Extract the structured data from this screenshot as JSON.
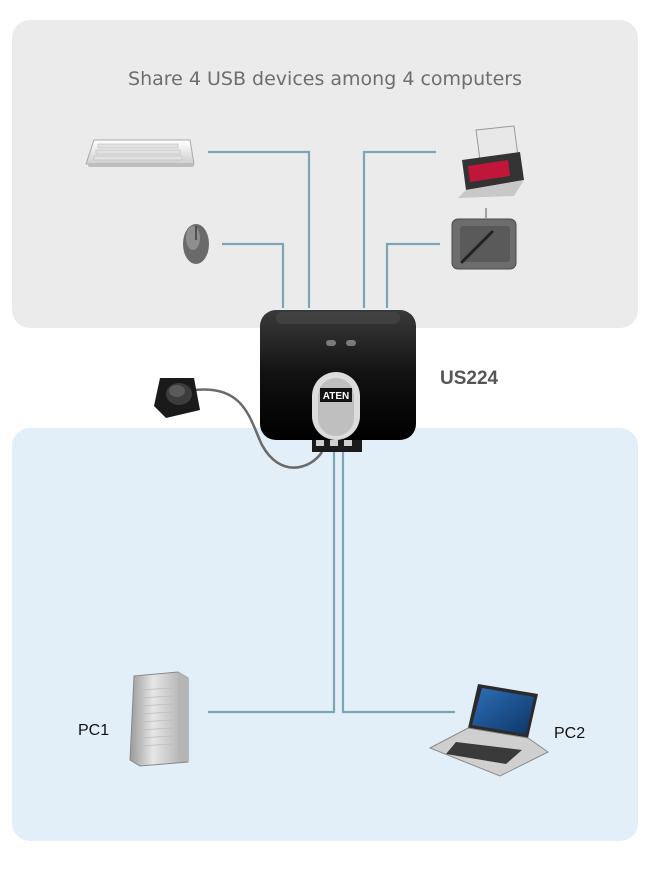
{
  "diagram": {
    "title": "Share 4 USB devices among 4 computers",
    "device_model": "US224",
    "computers": [
      "PC1",
      "PC2"
    ],
    "logo_text": "ATEN",
    "icons": {
      "keyboard": "keyboard-icon",
      "mouse": "mouse-icon",
      "printer": "printer-icon",
      "tablet": "drawing-tablet-icon",
      "switch": "usb-switch-icon",
      "remote": "remote-button-icon",
      "pc1": "desktop-tower-icon",
      "pc2": "laptop-icon"
    },
    "colors": {
      "top_panel": "#ebebeb",
      "bottom_panel": "#e3eff8",
      "cable": "#7ea5b5"
    }
  }
}
